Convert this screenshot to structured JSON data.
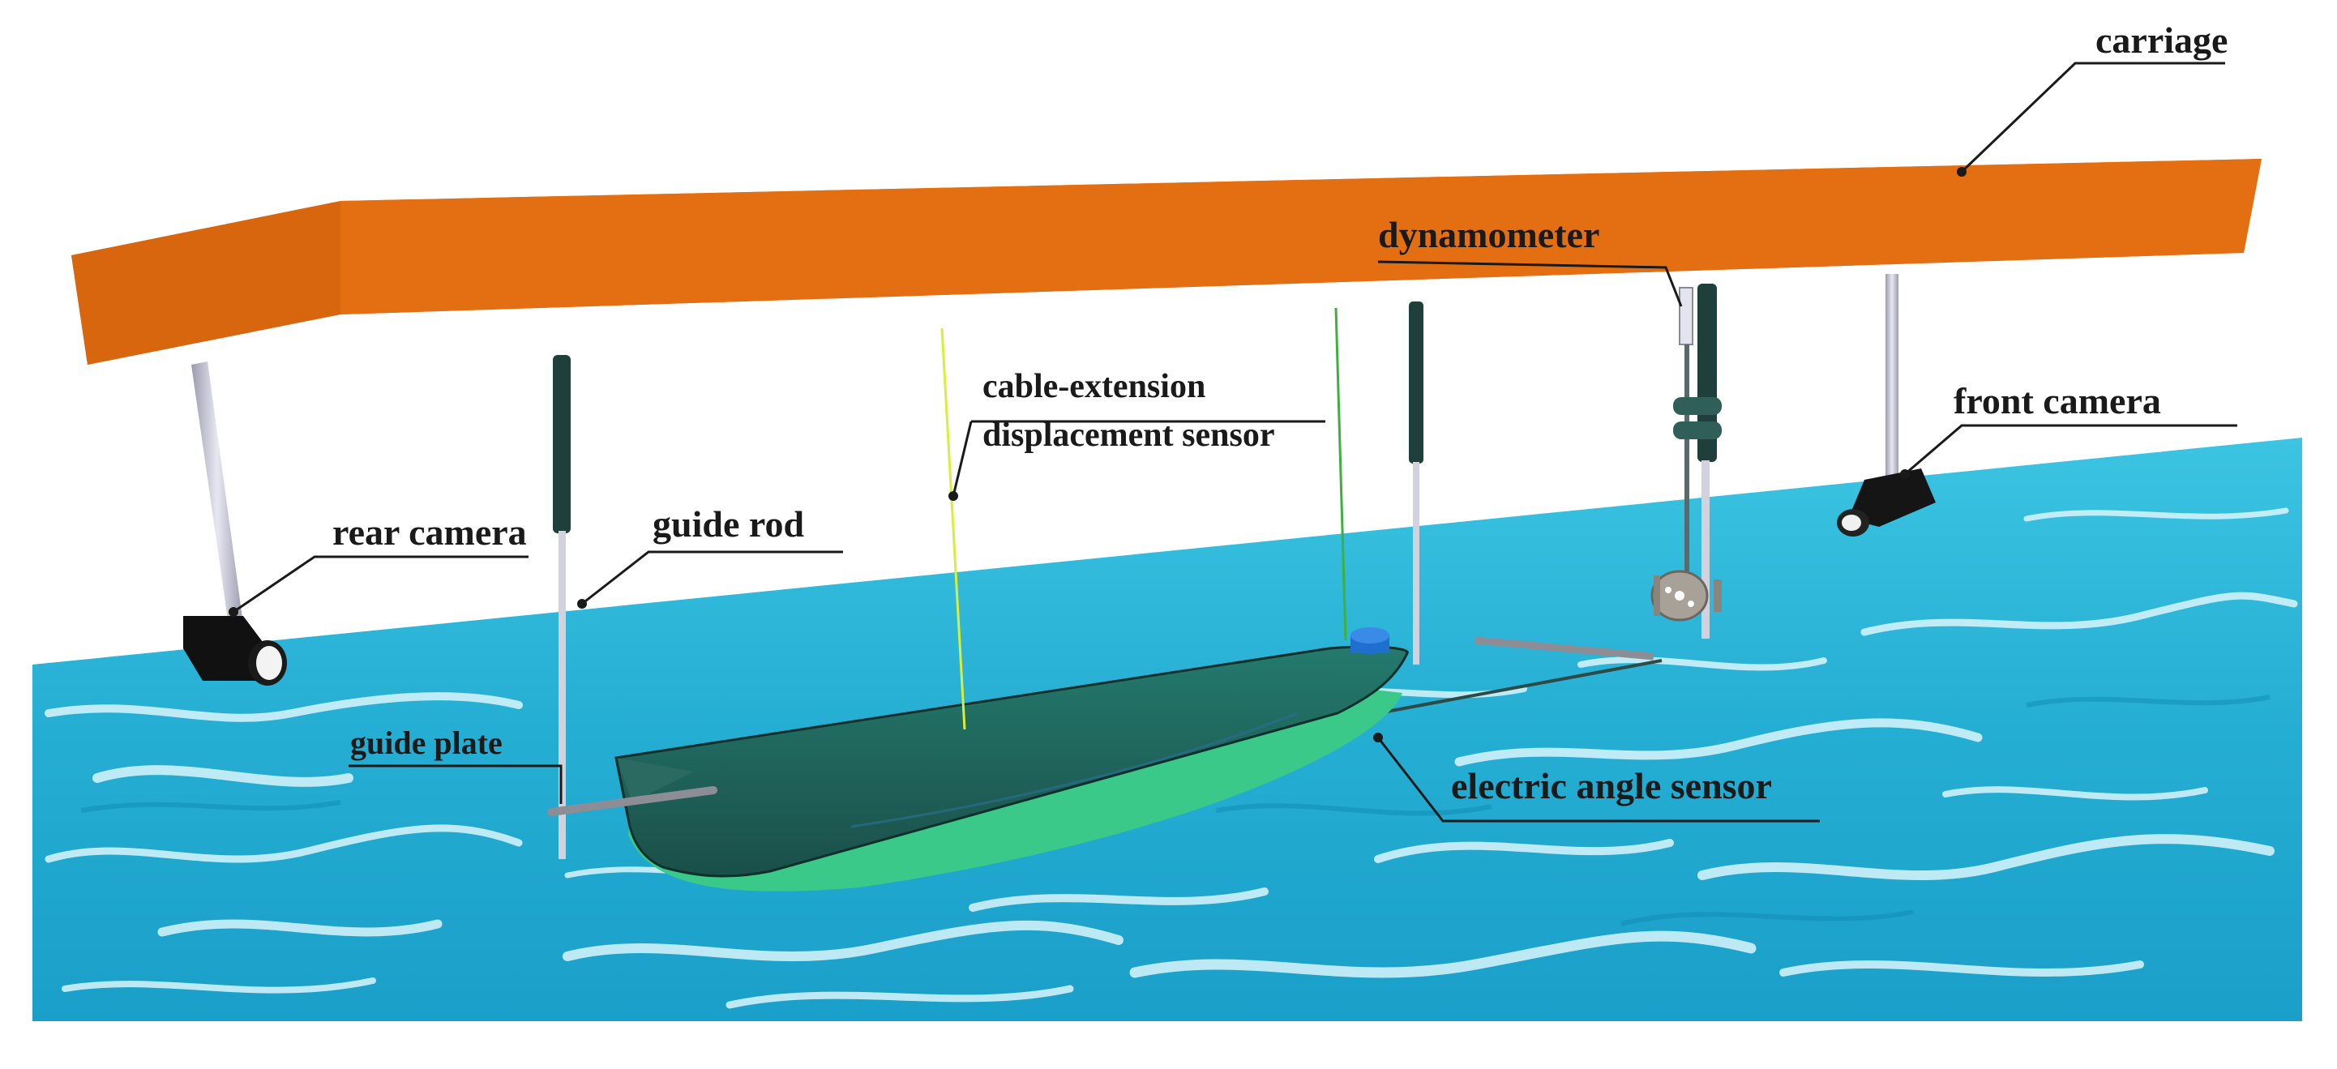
{
  "labels": {
    "carriage": "carriage",
    "dynamometer": "dynamometer",
    "cable_sensor_line1": "cable-extension",
    "cable_sensor_line2": "displacement sensor",
    "front_camera": "front camera",
    "rear_camera": "rear camera",
    "guide_rod": "guide rod",
    "guide_plate": "guide plate",
    "electric_angle_sensor": "electric angle sensor"
  },
  "colors": {
    "carriage_top": "#e07520",
    "carriage_front": "#e46f12",
    "carriage_side": "#c85f0e",
    "water_light": "#5fd0e8",
    "water_mid": "#2bb4d6",
    "water_dark": "#1596bf",
    "hull_deck": "#1d5a54",
    "hull_bottom": "#3bc98a",
    "rod_sleeve": "#1f3f3a",
    "rod_metal": "#c9c9d6",
    "camera_body": "#111111",
    "angle_sensor": "#1f6fcf",
    "cable_sensor_wire": "#d8ee3a",
    "angle_wire": "#3db03d"
  }
}
